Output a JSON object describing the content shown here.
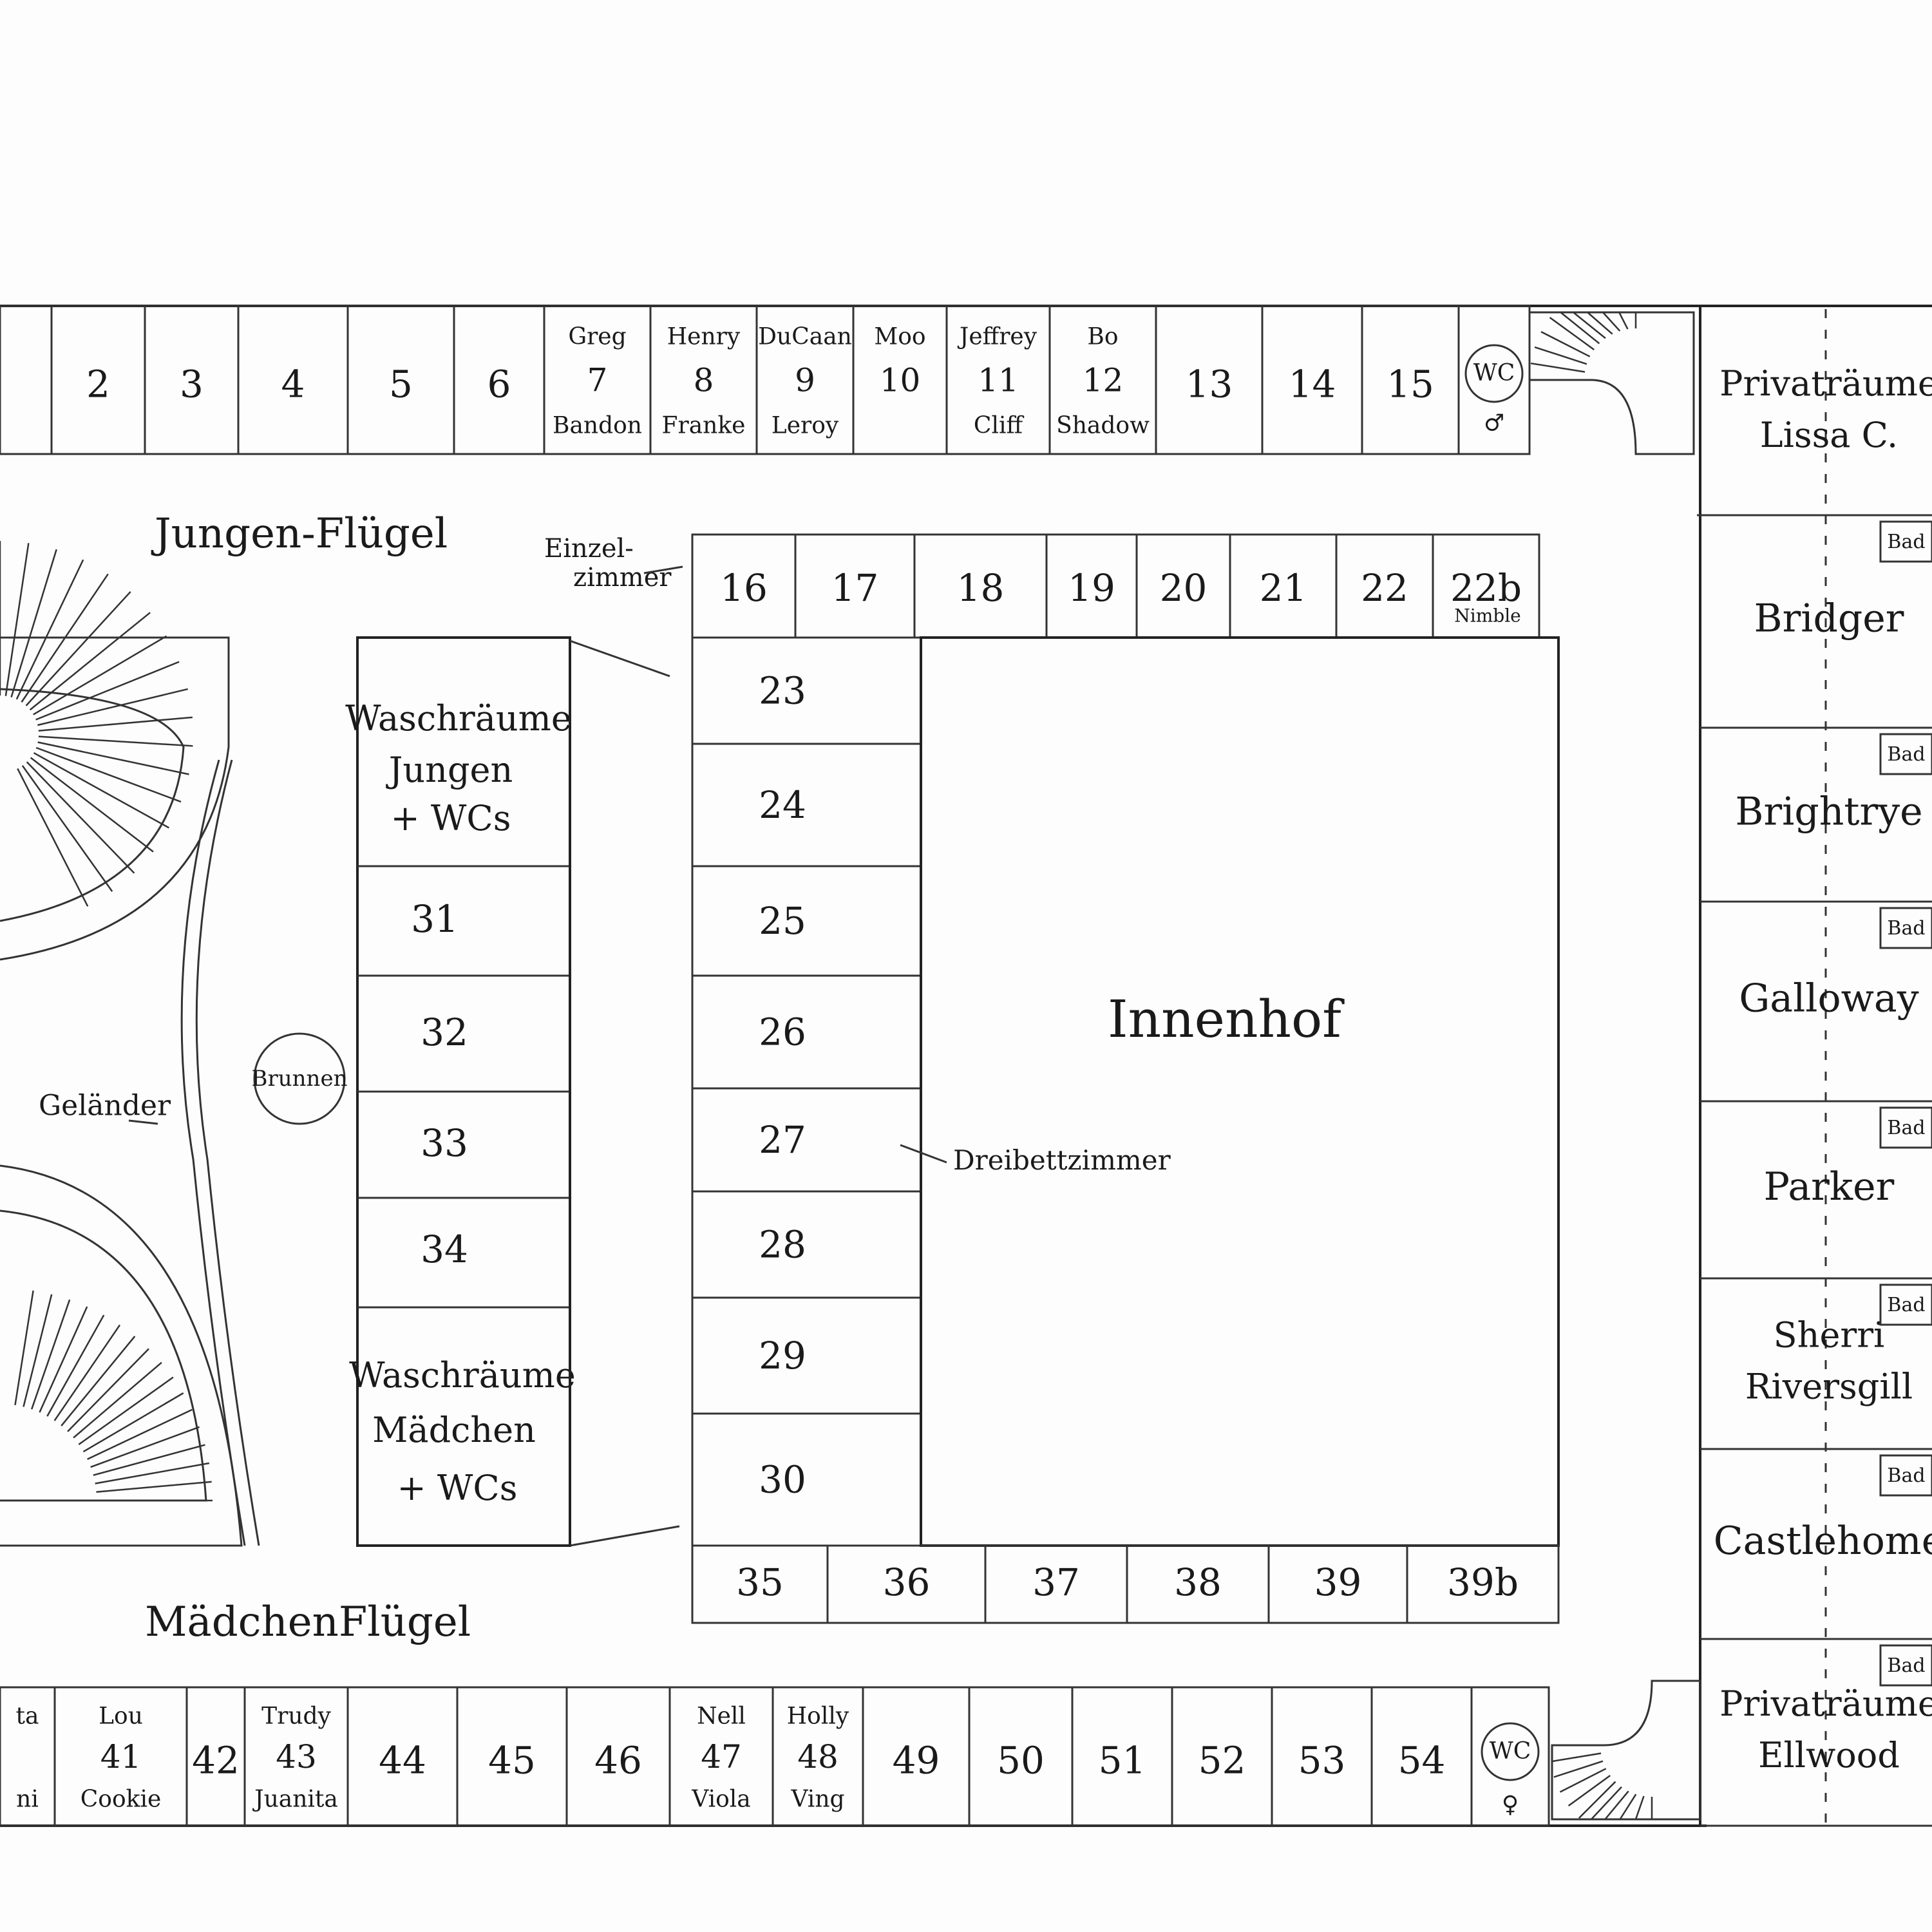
{
  "top_row": [
    {
      "num": "",
      "lines": []
    },
    {
      "num": "2",
      "lines": []
    },
    {
      "num": "3",
      "lines": []
    },
    {
      "num": "4",
      "lines": []
    },
    {
      "num": "5",
      "lines": []
    },
    {
      "num": "6",
      "lines": []
    },
    {
      "num": "7",
      "lines": [
        "Greg",
        "Bandon"
      ]
    },
    {
      "num": "8",
      "lines": [
        "Henry",
        "Franke"
      ]
    },
    {
      "num": "9",
      "lines": [
        "DuCaan",
        "Leroy"
      ]
    },
    {
      "num": "10",
      "lines": [
        "Moo"
      ]
    },
    {
      "num": "11",
      "lines": [
        "Jeffrey",
        "Cliff"
      ]
    },
    {
      "num": "12",
      "lines": [
        "Bo",
        "Shadow"
      ]
    },
    {
      "num": "13",
      "lines": []
    },
    {
      "num": "14",
      "lines": []
    },
    {
      "num": "15",
      "lines": []
    }
  ],
  "wc_top": {
    "label": "WC",
    "symbol": "♂"
  },
  "inner_top_row": [
    "16",
    "17",
    "18",
    "19",
    "20",
    "21",
    "22",
    "22b"
  ],
  "inner_top_note": "Nimble",
  "inner_left_col": [
    "23",
    "24",
    "25",
    "26",
    "27",
    "28",
    "29",
    "30"
  ],
  "inner_bottom_row": [
    "35",
    "36",
    "37",
    "38",
    "39",
    "39b"
  ],
  "mid_col": {
    "boys_wash": [
      "Waschräume",
      "Jungen",
      "+ WCs"
    ],
    "rooms": [
      "31",
      "32",
      "33",
      "34"
    ],
    "girls_wash": [
      "Waschräume",
      "Mädchen",
      "+ WCs"
    ]
  },
  "bottom_row": [
    {
      "num": "",
      "lines": [
        "ta",
        "ni"
      ]
    },
    {
      "num": "41",
      "lines": [
        "Lou",
        "Cookie"
      ]
    },
    {
      "num": "42",
      "lines": []
    },
    {
      "num": "43",
      "lines": [
        "Trudy",
        "Juanita"
      ]
    },
    {
      "num": "44",
      "lines": []
    },
    {
      "num": "45",
      "lines": []
    },
    {
      "num": "46",
      "lines": []
    },
    {
      "num": "47",
      "lines": [
        "Nell",
        "Viola"
      ]
    },
    {
      "num": "48",
      "lines": [
        "Holly",
        "Ving"
      ]
    },
    {
      "num": "49",
      "lines": []
    },
    {
      "num": "50",
      "lines": []
    },
    {
      "num": "51",
      "lines": []
    },
    {
      "num": "52",
      "lines": []
    },
    {
      "num": "53",
      "lines": []
    },
    {
      "num": "54",
      "lines": []
    }
  ],
  "wc_bottom": {
    "label": "WC",
    "symbol": "♀"
  },
  "labels": {
    "jungen_fluegel": "Jungen-Flügel",
    "maedchen_fluegel": "MädchenFlügel",
    "einzelzimmer": [
      "Einzel-",
      "zimmer"
    ],
    "dreibettzimmer": "Dreibettzimmer",
    "innenhof": "Innenhof",
    "gelaender": "Geländer",
    "circle": "Brunnen"
  },
  "right_col": [
    {
      "lines": [
        "Privaträume",
        "Lissa C."
      ],
      "tag": ""
    },
    {
      "lines": [
        "Bridger"
      ],
      "tag": "Bad"
    },
    {
      "lines": [
        "Brightrye"
      ],
      "tag": "Bad"
    },
    {
      "lines": [
        "Galloway"
      ],
      "tag": "Bad"
    },
    {
      "lines": [
        "Parker"
      ],
      "tag": "Bad"
    },
    {
      "lines": [
        "Sherri",
        "Riversgill"
      ],
      "tag": "Bad"
    },
    {
      "lines": [
        "Castlehome"
      ],
      "tag": "Bad"
    },
    {
      "lines": [
        "Privaträume",
        "Ellwood"
      ],
      "tag": "Bad"
    }
  ]
}
